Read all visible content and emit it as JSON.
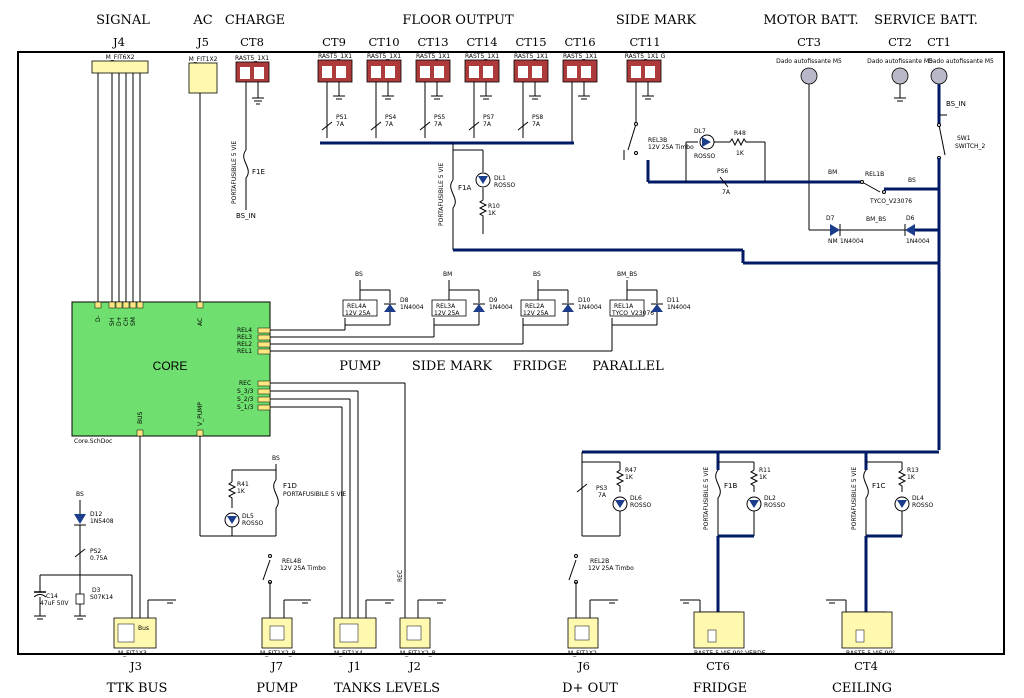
{
  "top_sections": {
    "signal": "SIGNAL",
    "ac": "AC",
    "charge": "CHARGE",
    "floor_output": "FLOOR OUTPUT",
    "side_mark": "SIDE MARK",
    "motor_batt": "MOTOR BATT.",
    "service_batt": "SERVICE BATT."
  },
  "top_refs": {
    "j4": "J4",
    "j5": "J5",
    "ct8": "CT8",
    "ct9": "CT9",
    "ct10": "CT10",
    "ct13": "CT13",
    "ct14": "CT14",
    "ct15": "CT15",
    "ct16": "CT16",
    "ct11": "CT11",
    "ct3": "CT3",
    "ct2": "CT2",
    "ct1": "CT1"
  },
  "bottom_sections": {
    "ttk_bus": "TTK BUS",
    "pump": "PUMP",
    "tanks_levels": "TANKS LEVELS",
    "d_out": "D+ OUT",
    "fridge": "FRIDGE",
    "ceiling": "CEILING"
  },
  "bottom_refs": {
    "j3": "J3",
    "j7": "J7",
    "j1": "J1",
    "j2": "J2",
    "j6": "J6",
    "ct6": "CT6",
    "ct4": "CT4"
  },
  "relay_labels": {
    "pump": "PUMP",
    "side_mark": "SIDE MARK",
    "fridge": "FRIDGE",
    "parallel": "PARALLEL"
  },
  "core": {
    "title": "CORE",
    "doc": "Core.SchDoc",
    "pins_top": [
      "D-",
      "SH",
      "D+",
      "CH",
      "SM",
      "AC"
    ],
    "pins_right": [
      "REL4",
      "REL3",
      "REL2",
      "REL1",
      "REC",
      "S_3/3",
      "S_2/3",
      "S_1/3"
    ],
    "pins_bottom": [
      "BUS",
      "V_PUMP"
    ]
  },
  "parts": {
    "mfit6": "M_FIT6X2",
    "mfit2": "M_FIT1X2",
    "rast": "RAST5_1X1",
    "rast_g": "RAST5_1X1 G",
    "dado": "Dado autofissante M5",
    "ps1": "PS1",
    "ps4": "PS4",
    "ps5": "PS5",
    "ps7": "PS7",
    "ps8": "PS8",
    "amp7": "7A",
    "f1e": "F1E",
    "f1a": "F1A",
    "f1b": "F1B",
    "f1c": "F1C",
    "f1d": "F1D",
    "portafusibile": "PORTAFUSIBILE 5 VIE",
    "bs_in": "BS_IN",
    "dl1": "DL1",
    "rosso": "ROSSO",
    "r10": "R10",
    "k1": "1K",
    "rel3b": "REL3B",
    "rel3b_val": "12V 25A Timbo",
    "dl7": "DL7",
    "r48": "R48",
    "ps6": "PS6",
    "bm": "BM",
    "bs": "BS",
    "rel1b": "REL1B",
    "tyco": "TYCO_V23076",
    "sw1": "SW1",
    "switch2": "SWITCH_2",
    "d7": "D7",
    "d6": "D6",
    "bm_bs": "BM_BS",
    "nm": "NM",
    "in4004": "1N4004",
    "rel4a": "REL4A",
    "rel3a": "REL3A",
    "rel2a": "REL2A",
    "rel1a": "REL1A",
    "rel_val": "12V 25A",
    "d8": "D8",
    "d9": "D9",
    "d10": "D10",
    "d11": "D11",
    "d12": "D12",
    "in5408": "1N5408",
    "ps2": "PS2",
    "amp075": "0.75A",
    "c14": "C14",
    "c14_val": "47uF 50V",
    "d3": "D3",
    "s07k14": "S07K14",
    "r41": "R41",
    "dl5": "DL5",
    "rel4b": "REL4B",
    "rel4b_val": "12V 25A Timbo",
    "mfit1x2r": "M_FIT1X2_R",
    "mfit1x3": "M_FIT1X3",
    "mfit1x4": "M_FIT1X4",
    "ps3": "PS3",
    "r47": "R47",
    "dl6": "DL6",
    "rel2b": "REL2B",
    "rel2b_val": "12V 25A Timbo",
    "r11": "R11",
    "dl2": "DL2",
    "r13": "R13",
    "dl4": "DL4",
    "rast_verde": "RAST5 5 VIE 90° VERDE",
    "rast_90": "RAST5 5 VIE 90°",
    "bus_lbl": "Bus",
    "rec_lbl": "REC"
  }
}
